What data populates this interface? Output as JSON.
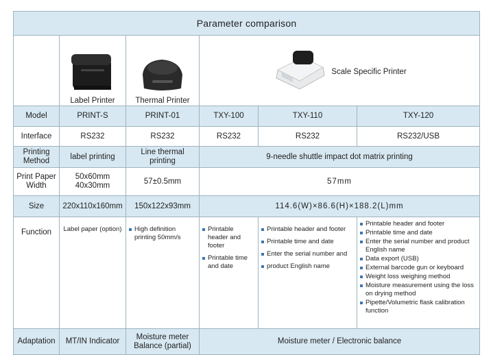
{
  "title": "Parameter comparison",
  "products": {
    "label_printer": "Label Printer",
    "thermal_printer": "Thermal Printer",
    "scale_printer": "Scale Specific Printer"
  },
  "rows": {
    "model": {
      "label": "Model",
      "values": [
        "PRINT-S",
        "PRINT-01",
        "TXY-100",
        "TXY-110",
        "TXY-120"
      ]
    },
    "interface": {
      "label": "Interface",
      "values": [
        "RS232",
        "RS232",
        "RS232",
        "RS232",
        "RS232/USB"
      ]
    },
    "printing": {
      "label": "Printing Method",
      "values": [
        "label printing",
        "Line thermal printing",
        "9-needle shuttle impact dot matrix printing"
      ]
    },
    "width": {
      "label": "Print Paper Width",
      "v1a": "50x60mm",
      "v1b": "40x30mm",
      "v2": "57±0.5mm",
      "v3": "57mm"
    },
    "size": {
      "label": "Size",
      "values": [
        "220x110x160mm",
        "150x122x93mm",
        "114.6(W)×86.6(H)×188.2(L)mm"
      ]
    },
    "function": {
      "label": "Function",
      "label_printer": "Label paper (option)",
      "thermal": [
        "High definition printing 50mm/s"
      ],
      "txy100": [
        "Printable header and footer",
        "Printable time and date"
      ],
      "txy110": [
        "Printable header and footer",
        "Printable time and date",
        "Enter the serial number and",
        "product English name"
      ],
      "txy120": [
        "Printable header and footer",
        "Printable time and date",
        "Enter the serial number and product English name",
        "Data export (USB)",
        "External barcode gun or keyboard",
        "Weight loss weighing method",
        "Moisture measurement using the loss on drying method",
        "Pipette/Volumetric flask calibration function"
      ]
    },
    "adaptation": {
      "label": "Adaptation",
      "values": [
        "MT/IN Indicator",
        "Moisture meter Balance (partial)",
        "Moisture meter / Electronic balance"
      ]
    }
  }
}
